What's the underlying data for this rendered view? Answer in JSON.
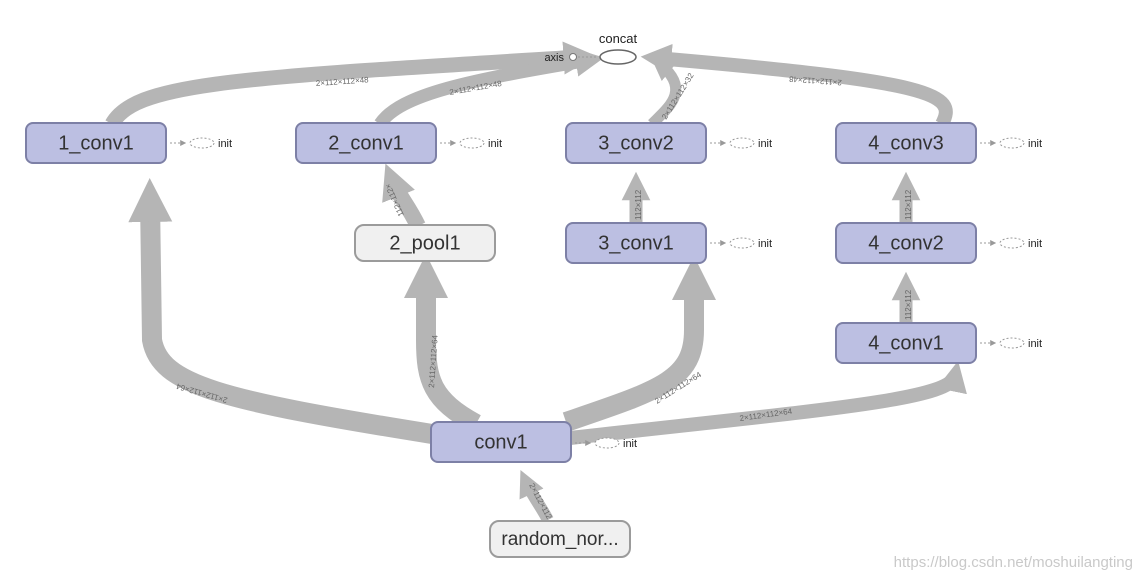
{
  "nodes": {
    "concat": "concat",
    "axis": "axis",
    "n1_conv1": "1_conv1",
    "n2_conv1": "2_conv1",
    "n3_conv2": "3_conv2",
    "n4_conv3": "4_conv3",
    "n2_pool1": "2_pool1",
    "n3_conv1": "3_conv1",
    "n4_conv2": "4_conv2",
    "n4_conv1": "4_conv1",
    "conv1": "conv1",
    "random": "random_nor..."
  },
  "init_label": "init",
  "edge_labels": {
    "e1_concat": "2×112×112×48",
    "e2_concat": "2×112×112×48",
    "e3_concat": "2×112×112×32",
    "e4_concat": "2×112×112×48",
    "conv1_to_1conv1": "2×112×112×64",
    "conv1_to_2pool": "2×112×112×64",
    "conv1_to_3conv1": "2×112×112×64",
    "conv1_to_4conv1": "2×112×112×64",
    "pool_to_2conv1": "112×112×",
    "c31_to_c32": "112×112",
    "c42_to_c43": "112×112",
    "c41_to_c42": "112×112",
    "random_to_conv1": "2×112×112"
  },
  "watermark": "https://blog.csdn.net/moshuilangting"
}
